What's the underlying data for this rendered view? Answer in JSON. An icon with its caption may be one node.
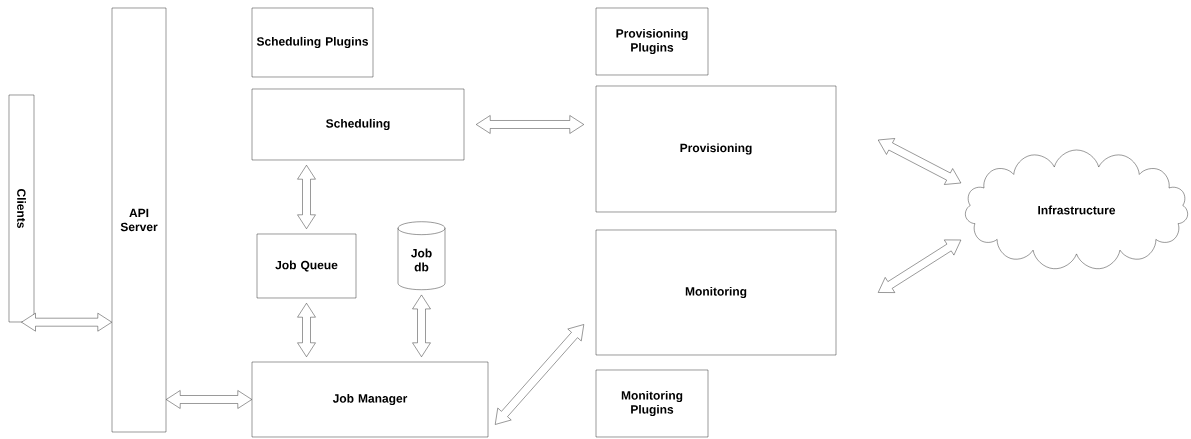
{
  "diagram": {
    "nodes": [
      {
        "text": [
          "Clients"
        ]
      },
      {
        "text": [
          "API Server"
        ]
      },
      {
        "text": [
          "Scheduling Plugins"
        ]
      },
      {
        "text": [
          "Scheduling"
        ]
      },
      {
        "text": [
          "Job Queue"
        ]
      },
      {
        "text": [
          "Job db"
        ]
      },
      {
        "text": [
          "Job Manager"
        ]
      },
      {
        "text": [
          "Provisioning Plugins"
        ]
      },
      {
        "text": [
          "Provisioning"
        ]
      },
      {
        "text": [
          "Monitoring"
        ]
      },
      {
        "text": [
          "Monitoring Plugins"
        ]
      },
      {
        "text": [
          "Infrastructure"
        ]
      }
    ],
    "edges": [
      {
        "from": 0,
        "to": 1,
        "arrow": "both"
      },
      {
        "from": 1,
        "to": 6,
        "arrow": "both"
      },
      {
        "from": 3,
        "to": 8,
        "arrow": "both"
      },
      {
        "from": 3,
        "to": 4,
        "arrow": "both"
      },
      {
        "from": 4,
        "to": 6,
        "arrow": "both"
      },
      {
        "from": 5,
        "to": 6,
        "arrow": "both"
      },
      {
        "from": 6,
        "to": 9,
        "arrow": "both"
      },
      {
        "from": 8,
        "to": 11,
        "arrow": "both"
      },
      {
        "from": 9,
        "to": 11,
        "arrow": "both"
      }
    ]
  }
}
